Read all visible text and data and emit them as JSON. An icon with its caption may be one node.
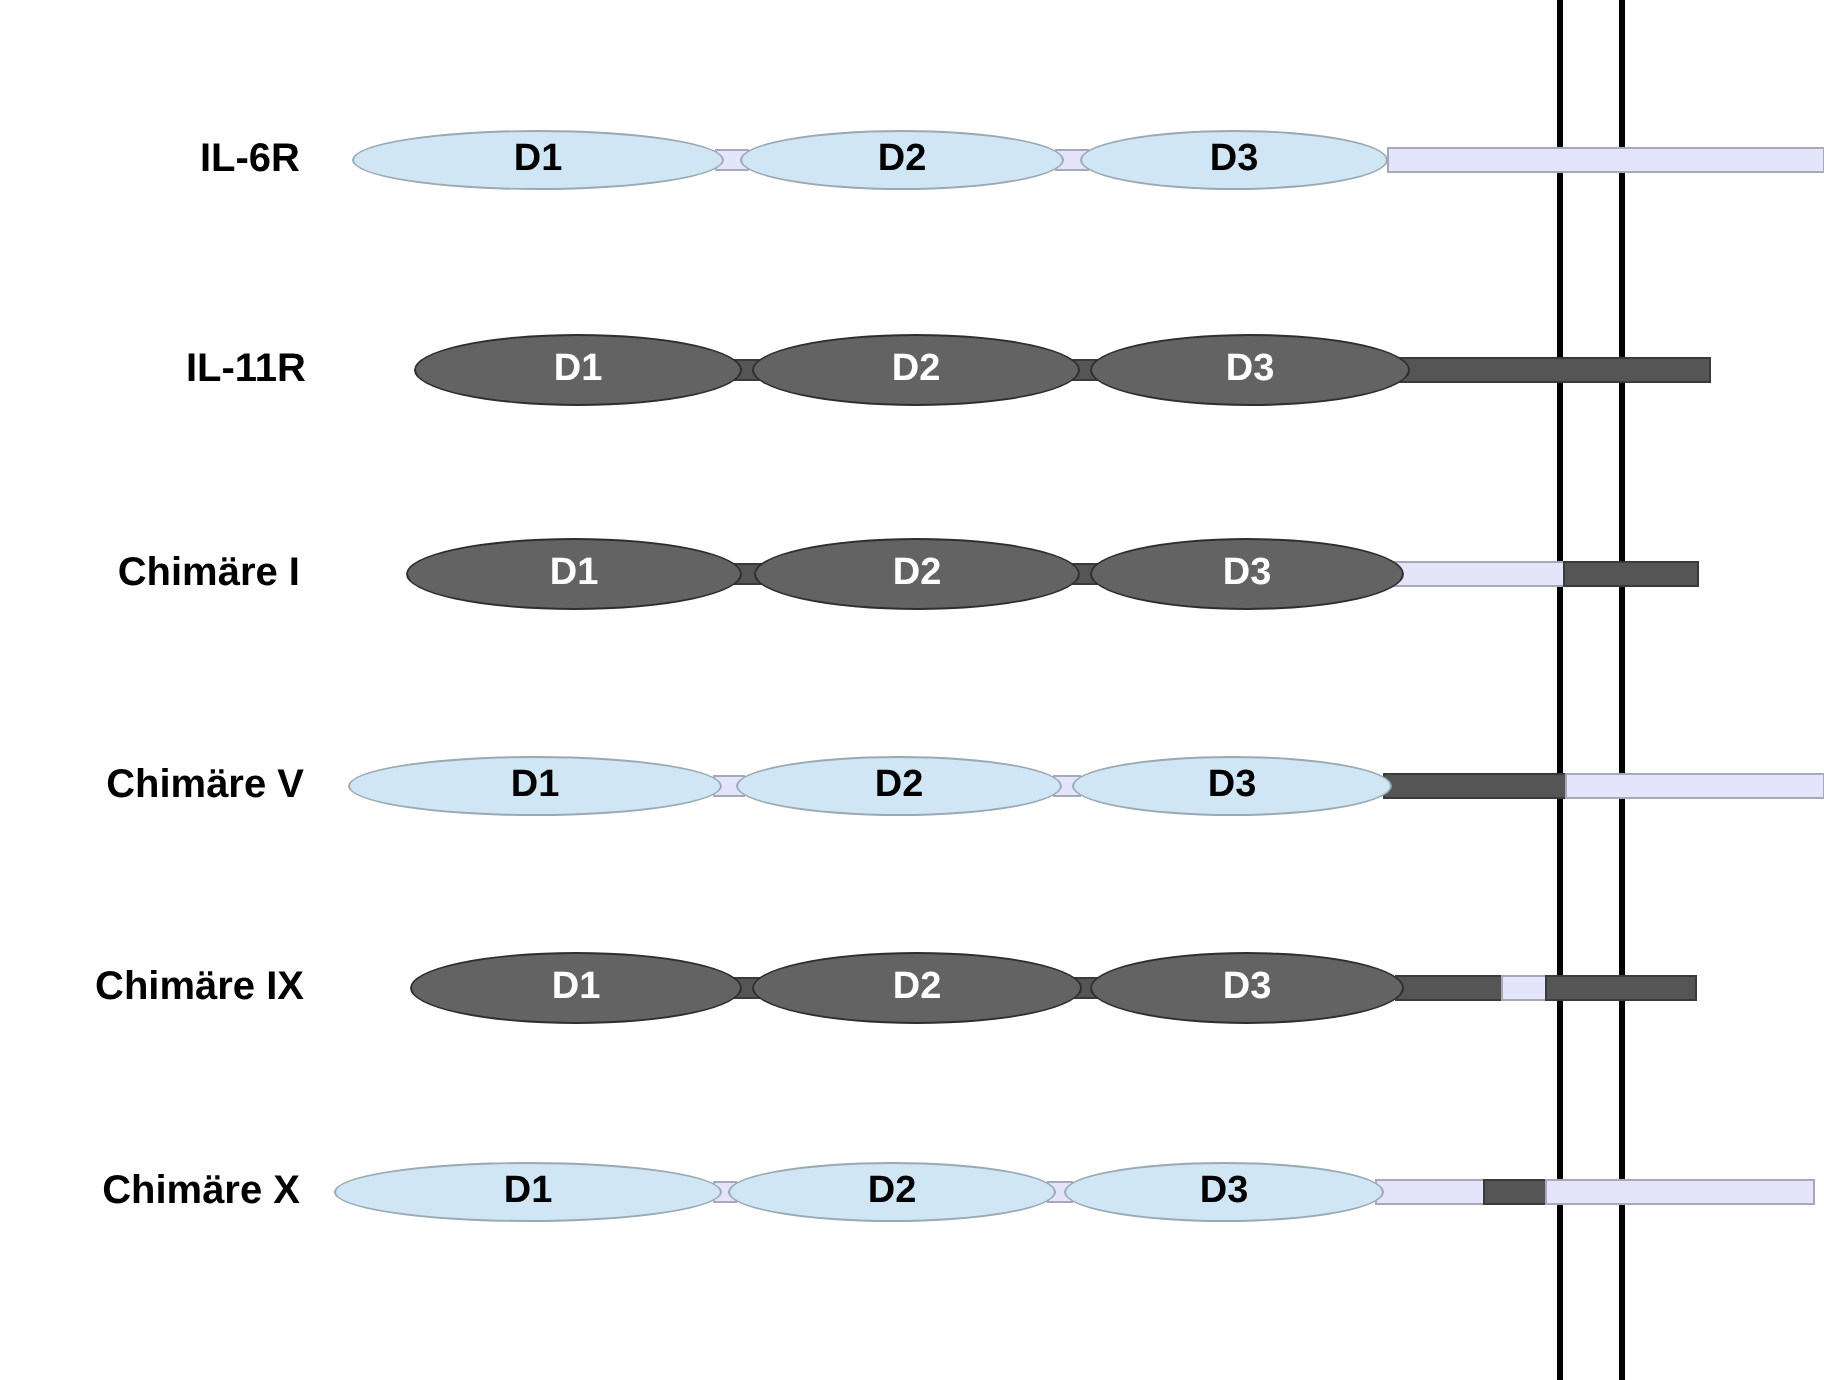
{
  "diagram": {
    "nodes": [
      {
        "text": [
          "D1"
        ]
      },
      {
        "text": [
          "D2"
        ]
      },
      {
        "text": [
          "D3"
        ]
      },
      {
        "text": [
          "D1"
        ]
      },
      {
        "text": [
          "D2"
        ]
      },
      {
        "text": [
          "D3"
        ]
      },
      {
        "text": [
          "D1"
        ]
      },
      {
        "text": [
          "D2"
        ]
      },
      {
        "text": [
          "D3"
        ]
      },
      {
        "text": [
          "D1"
        ]
      },
      {
        "text": [
          "D2"
        ]
      },
      {
        "text": [
          "D3"
        ]
      },
      {
        "text": [
          "D1"
        ]
      },
      {
        "text": [
          "D2"
        ]
      },
      {
        "text": [
          "D3"
        ]
      },
      {
        "text": [
          "D1"
        ]
      },
      {
        "text": [
          "D2"
        ]
      },
      {
        "text": [
          "D3"
        ]
      }
    ],
    "labels": [
      "IL-6R",
      "IL-11R",
      "Chimäre I",
      "Chimäre V",
      "Chimäre IX",
      "Chimäre X"
    ]
  }
}
